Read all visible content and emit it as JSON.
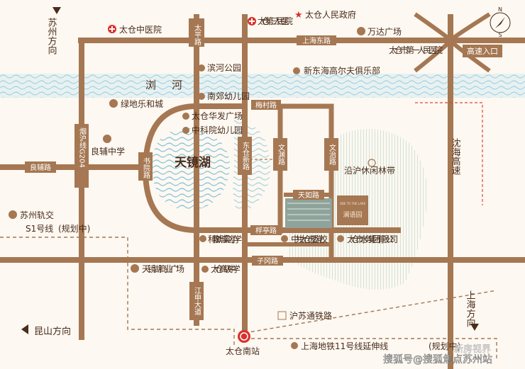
{
  "colors": {
    "road": "#a57752",
    "river": "#b9dce9",
    "water_lines": "#7cc0d8",
    "green": "#79b8a0",
    "dashed_route": "#e0463a",
    "text": "#4a2d1c",
    "red": "#d9322c"
  },
  "compass": {
    "north": "N",
    "south": "S"
  },
  "directions": {
    "suzhou": "苏州方向",
    "kunshan": "昆山方向",
    "shanghai": "上海方向",
    "shenhai": "沈海高速",
    "expressway_entrance": "高速入口"
  },
  "roads": {
    "taiping": "太平路",
    "shanghai_east": "上海东路",
    "meicun": "梅村路",
    "wenzhi": "文治路",
    "wenyuan": "文渊路",
    "dongcang": "东仓新路",
    "shuyuan": "书院路",
    "yanhu": "烟沪线G204",
    "liangfu": "良辅路",
    "tianru": "天如路",
    "futing": "桴亭路",
    "zigang": "子冈路",
    "jiangzhong": "江申大道"
  },
  "water": {
    "river": "浏河",
    "lake": "天镜湖"
  },
  "green_belt": "沿沪休闲林带",
  "pois": {
    "tcm_hospital": "太仓中医院",
    "third_hospital": "太仓第三人民医院",
    "peoples_gov": "太仓人民政府",
    "wanda": "万达广场",
    "first_hospital": "太仓市第一人民医院",
    "binhe_park": "滨河公园",
    "golf": "新东海高尔夫俱乐部",
    "nanjiao_kg": "南郊幼儿园",
    "ludi": "绿地乐和城",
    "huafa": "太仓华发广场",
    "zhongke_kg": "中科院幼儿园",
    "liangfu_school": "良辅中学",
    "s1_line": "苏州轨交",
    "s1_line_2": "S1号线",
    "s1_note": "(规划中)",
    "party_school": "中共太仓市委党校",
    "water_group": "太仓市水务集团有限公司",
    "kejiao_school": "科教新城实验小学",
    "tianjinghu_plaza": "天镜湖商业广场",
    "gaoji_school": "太仓高级中学",
    "husu_rail": "沪苏通铁路",
    "south_station": "太仓南站",
    "metro11": "上海地铁11号线延伸线",
    "metro11_note": "(规划中)"
  },
  "project": {
    "logo_text": "澜语园",
    "logo_sub": "ODE TO THE LAKE"
  },
  "watermarks": {
    "sohu": "搜狐号@搜狐焦点苏州站",
    "xinfang": "新房视界"
  }
}
